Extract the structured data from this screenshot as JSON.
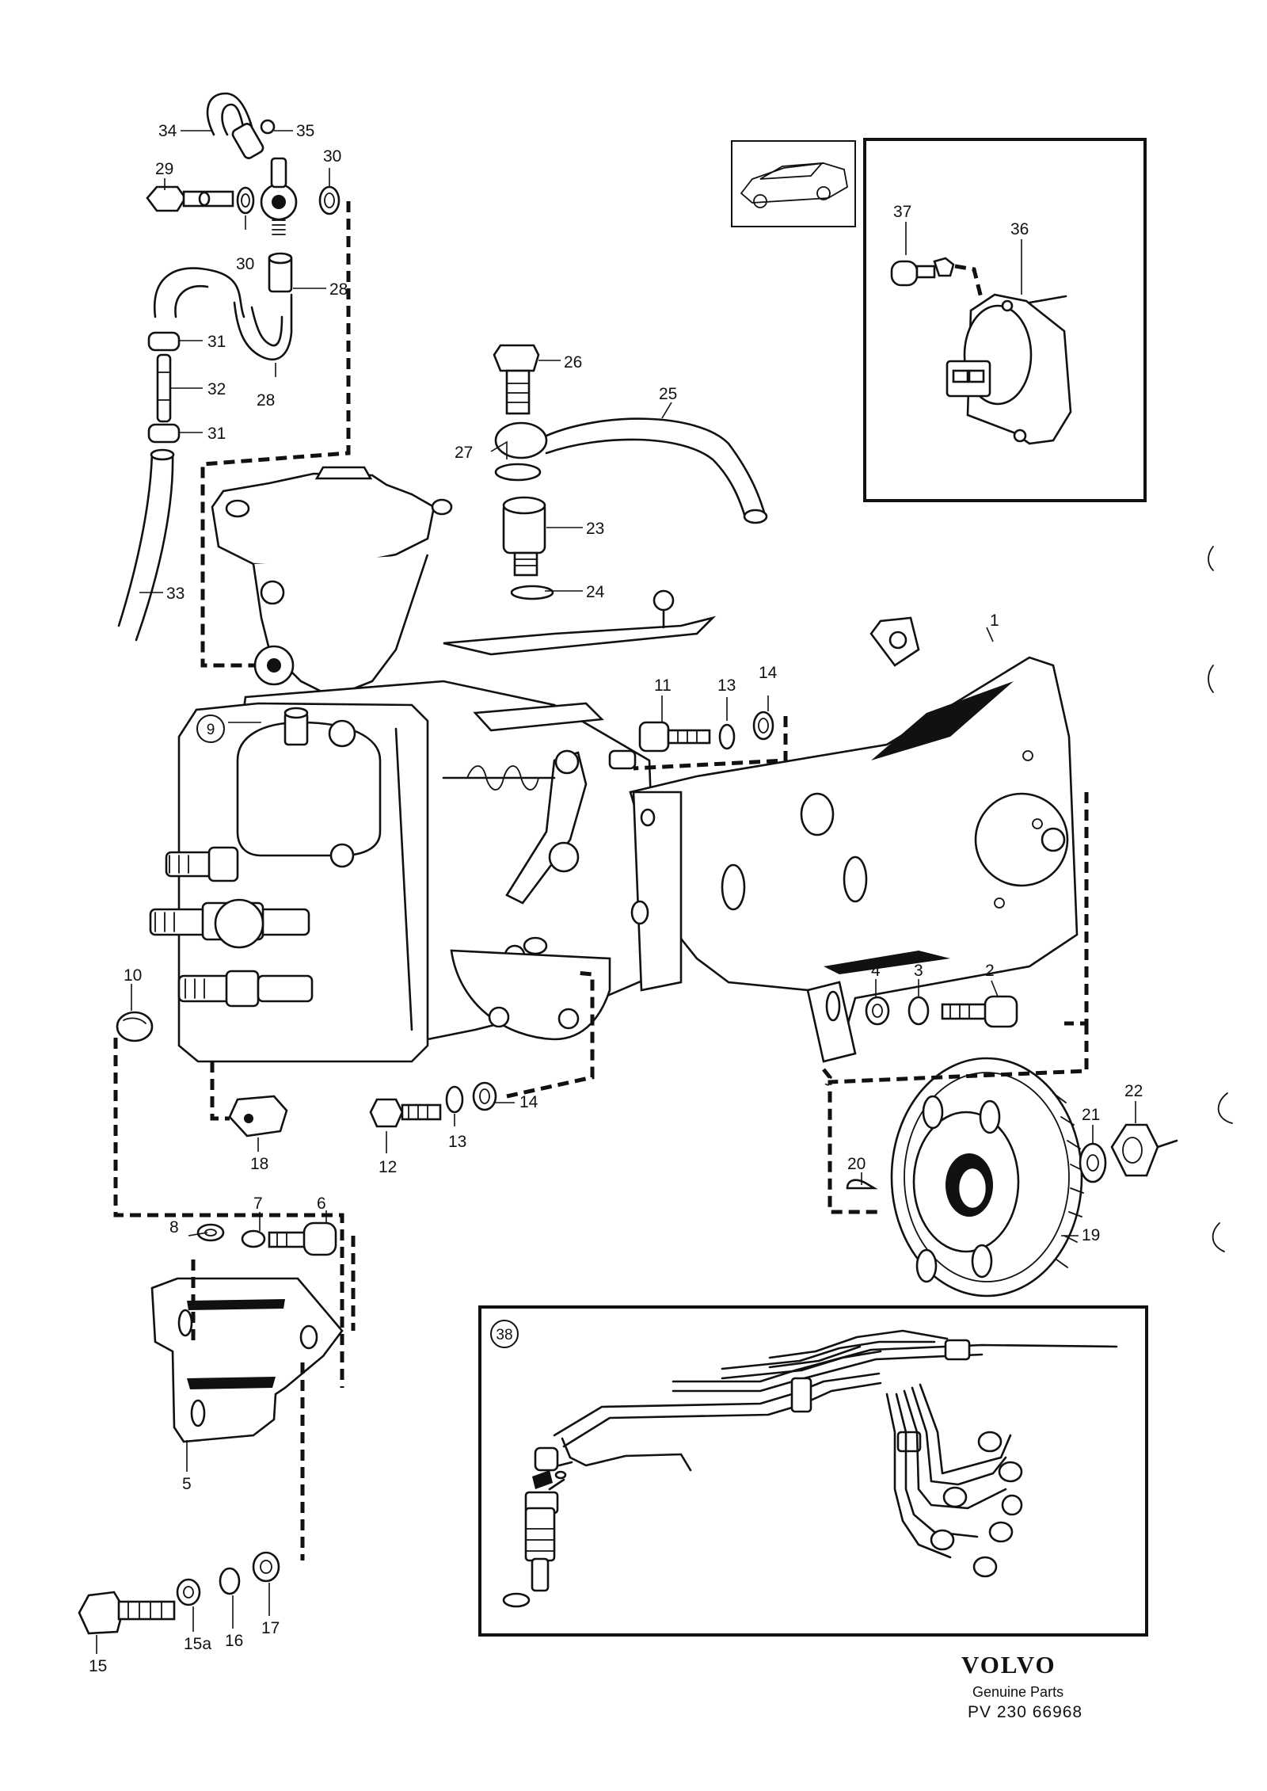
{
  "diagram": {
    "callouts": [
      "1",
      "2",
      "3",
      "4",
      "5",
      "6",
      "7",
      "8",
      "9",
      "10",
      "11",
      "12",
      "13",
      "14",
      "15",
      "15a",
      "16",
      "17",
      "18",
      "19",
      "20",
      "21",
      "22",
      "23",
      "24",
      "25",
      "26",
      "27",
      "28",
      "29",
      "30",
      "31",
      "32",
      "33",
      "34",
      "35",
      "36",
      "37",
      "38"
    ],
    "inset_vehicle_icon": "car-icon",
    "inset_38_label": "38",
    "inset_9_label": "9"
  },
  "brand": {
    "name": "VOLVO",
    "tagline": "Genuine Parts",
    "code": "PV 230 66968"
  }
}
